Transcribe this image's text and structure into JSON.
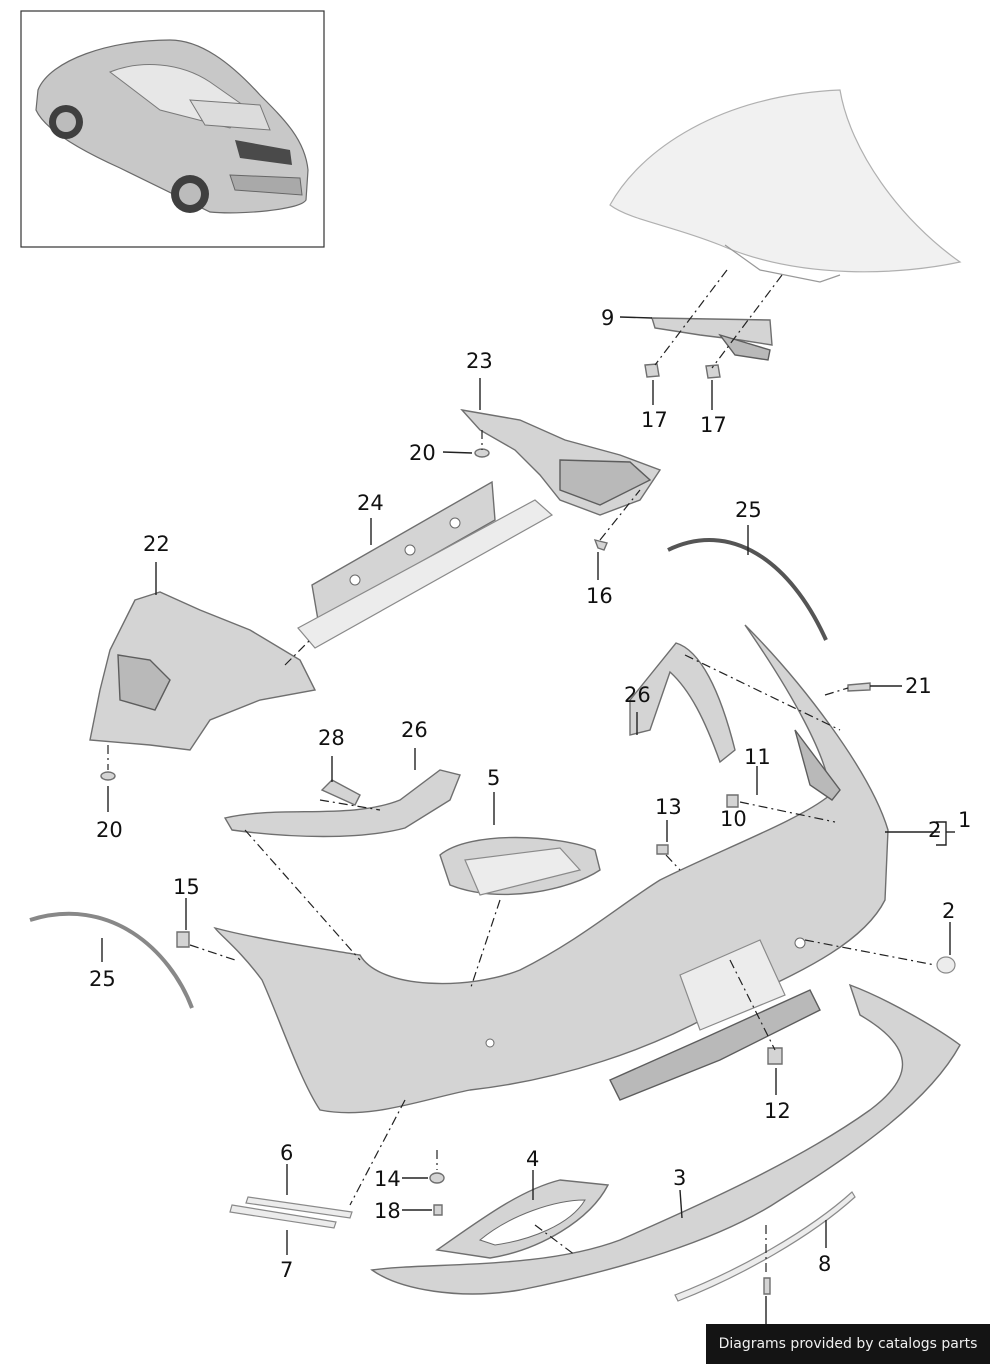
{
  "credit": "Diagrams provided by catalogs parts",
  "callouts": {
    "c1": "1",
    "c2a": "2",
    "c2b": "2",
    "c3": "3",
    "c4": "4",
    "c5": "5",
    "c6": "6",
    "c7": "7",
    "c8": "8",
    "c9": "9",
    "c10": "10",
    "c11": "11",
    "c12": "12",
    "c13": "13",
    "c14": "14",
    "c15": "15",
    "c16": "16",
    "c17a": "17",
    "c17b": "17",
    "c18": "18",
    "c20a": "20",
    "c20b": "20",
    "c21": "21",
    "c22": "22",
    "c23": "23",
    "c24": "24",
    "c25a": "25",
    "c25b": "25",
    "c26a": "26",
    "c26b": "26",
    "c28": "28"
  }
}
